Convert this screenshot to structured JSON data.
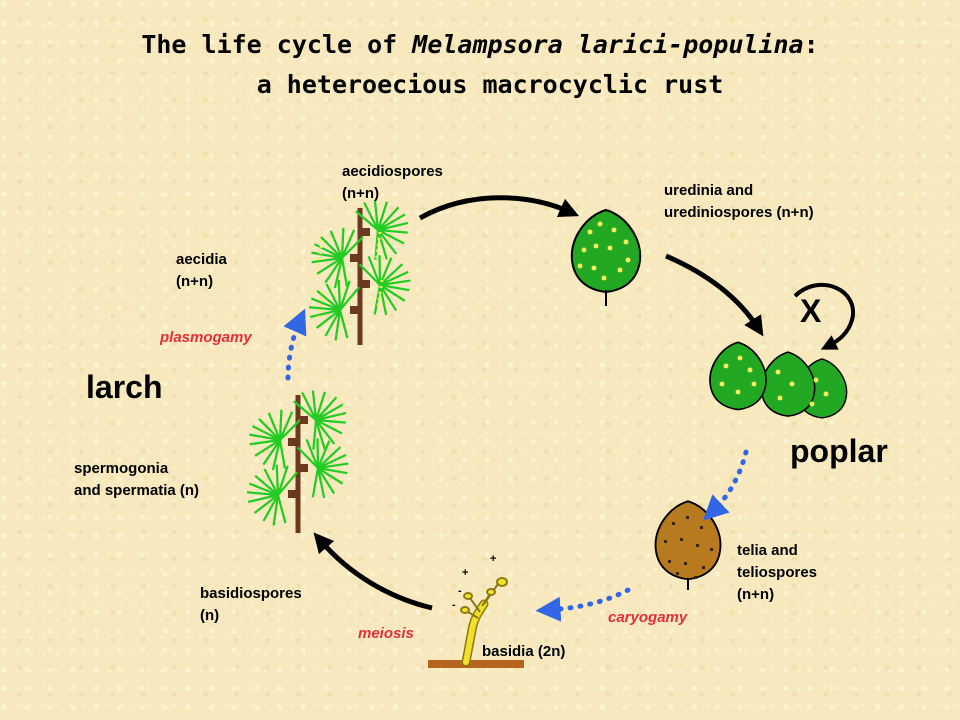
{
  "title": {
    "line1_prefix": "The life cycle of ",
    "line1_species": "Melampsora larici-populina",
    "line1_suffix": ":",
    "line2": "a heteroecious macrocyclic rust"
  },
  "hosts": {
    "larch": "larch",
    "poplar": "poplar"
  },
  "stages": {
    "aecidiospores": [
      "aecidiospores",
      "(n+n)"
    ],
    "aecidia": [
      "aecidia",
      "(n+n)"
    ],
    "uredinia": [
      "uredinia and",
      "urediniospores (n+n)"
    ],
    "spermogonia": [
      "spermogonia",
      "and spermatia (n)"
    ],
    "telia": [
      "telia and",
      "teliospores",
      "(n+n)"
    ],
    "basidiospores": [
      "basidiospores",
      "(n)"
    ],
    "basidia": "basidia (2n)"
  },
  "events": {
    "plasmogamy": "plasmogamy",
    "meiosis": "meiosis",
    "caryogamy": "caryogamy",
    "cross_symbol": "X"
  },
  "mating_marks": [
    "+",
    "+",
    "-",
    "-"
  ],
  "colors": {
    "needle_green": "#22cc22",
    "leaf_green": "#22a822",
    "spot_yellow": "#f0f060",
    "larch_stem": "#6b3a1e",
    "telia_brown": "#b77a1e",
    "basidia_yellow": "#f2e02c",
    "arrow_black": "#000000",
    "dotted_arrow_blue": "#3366e6",
    "event_red": "#e0303a"
  }
}
